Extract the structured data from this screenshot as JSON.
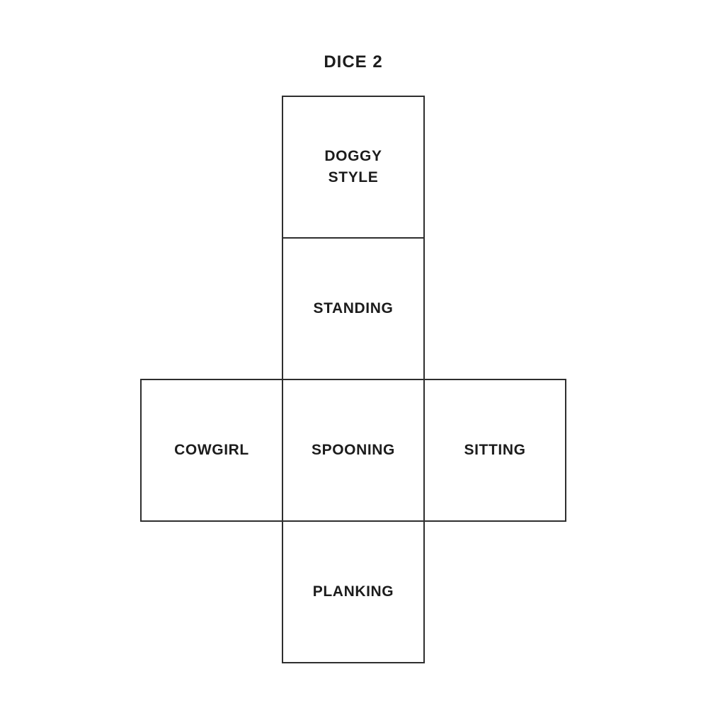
{
  "title": "DICE 2",
  "dice_net": {
    "shape": "cube-net-cross",
    "faces": [
      {
        "label": "DOGGY\nSTYLE",
        "position": "top"
      },
      {
        "label": "STANDING",
        "position": "upper-middle"
      },
      {
        "label": "COWGIRL",
        "position": "middle-left"
      },
      {
        "label": "SPOONING",
        "position": "center"
      },
      {
        "label": "SITTING",
        "position": "middle-right"
      },
      {
        "label": "PLANKING",
        "position": "bottom"
      }
    ]
  },
  "colors": {
    "background": "#ffffff",
    "border": "#2e2e2e",
    "text": "#1c1c1c"
  }
}
